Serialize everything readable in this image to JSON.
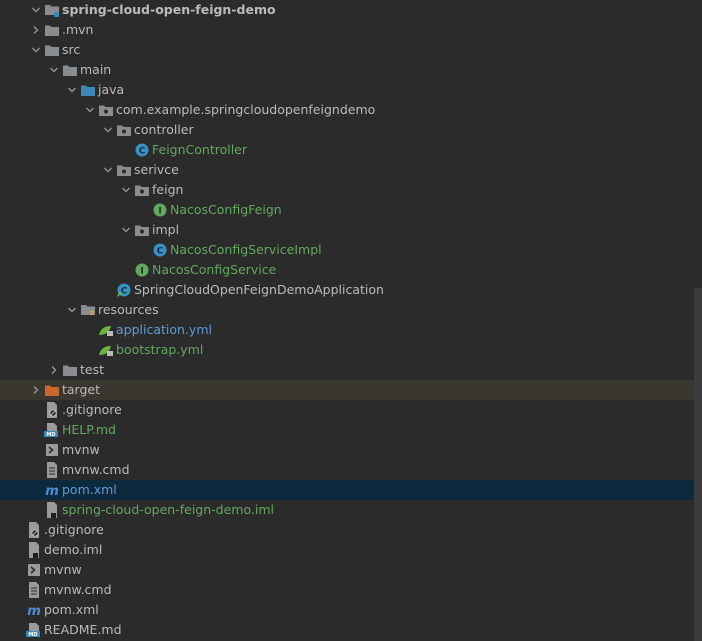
{
  "tree": [
    {
      "label": "spring-cloud-open-feign-demo",
      "arrow": "down",
      "icon": "module-folder-icon",
      "style": "bold"
    },
    {
      "label": ".mvn",
      "arrow": "right",
      "icon": "folder-icon"
    },
    {
      "label": "src",
      "arrow": "down",
      "icon": "folder-icon"
    },
    {
      "label": "main",
      "arrow": "down",
      "icon": "folder-icon"
    },
    {
      "label": "java",
      "arrow": "down",
      "icon": "source-folder-icon"
    },
    {
      "label": "com.example.springcloudopenfeigndemo",
      "arrow": "down",
      "icon": "package-icon"
    },
    {
      "label": "controller",
      "arrow": "down",
      "icon": "package-icon"
    },
    {
      "label": "FeignController",
      "arrow": "none",
      "icon": "class-icon",
      "style": "green"
    },
    {
      "label": "serivce",
      "arrow": "down",
      "icon": "package-icon"
    },
    {
      "label": "feign",
      "arrow": "down",
      "icon": "package-icon"
    },
    {
      "label": "NacosConfigFeign",
      "arrow": "none",
      "icon": "interface-icon",
      "style": "green"
    },
    {
      "label": "impl",
      "arrow": "down",
      "icon": "package-icon"
    },
    {
      "label": "NacosConfigServiceImpl",
      "arrow": "none",
      "icon": "class-icon",
      "style": "green"
    },
    {
      "label": "NacosConfigService",
      "arrow": "none",
      "icon": "interface-icon",
      "style": "green"
    },
    {
      "label": "SpringCloudOpenFeignDemoApplication",
      "arrow": "none",
      "icon": "spring-app-icon"
    },
    {
      "label": "resources",
      "arrow": "down",
      "icon": "resources-folder-icon"
    },
    {
      "label": "application.yml",
      "arrow": "none",
      "icon": "spring-yml-icon",
      "style": "blue"
    },
    {
      "label": "bootstrap.yml",
      "arrow": "none",
      "icon": "spring-yml-icon",
      "style": "green"
    },
    {
      "label": "test",
      "arrow": "right",
      "icon": "folder-icon"
    },
    {
      "label": "target",
      "arrow": "right",
      "icon": "excluded-folder-icon",
      "highlight": "target"
    },
    {
      "label": ".gitignore",
      "arrow": "none",
      "icon": "ignore-file-icon"
    },
    {
      "label": "HELP.md",
      "arrow": "none",
      "icon": "markdown-icon",
      "style": "green"
    },
    {
      "label": "mvnw",
      "arrow": "none",
      "icon": "shell-file-icon"
    },
    {
      "label": "mvnw.cmd",
      "arrow": "none",
      "icon": "text-file-icon"
    },
    {
      "label": "pom.xml",
      "arrow": "none",
      "icon": "maven-icon",
      "style": "blue",
      "highlight": "selected"
    },
    {
      "label": "spring-cloud-open-feign-demo.iml",
      "arrow": "none",
      "icon": "iml-file-icon",
      "style": "green"
    },
    {
      "label": ".gitignore",
      "arrow": "none",
      "icon": "ignore-file-icon"
    },
    {
      "label": "demo.iml",
      "arrow": "none",
      "icon": "iml-file-icon"
    },
    {
      "label": "mvnw",
      "arrow": "none",
      "icon": "shell-file-icon"
    },
    {
      "label": "mvnw.cmd",
      "arrow": "none",
      "icon": "text-file-icon"
    },
    {
      "label": "pom.xml",
      "arrow": "none",
      "icon": "maven-icon"
    },
    {
      "label": "README.md",
      "arrow": "none",
      "icon": "markdown-icon"
    }
  ],
  "colors": {
    "background": "#2b2b2b",
    "text": "#bbbbbb",
    "green": "#62a85f",
    "blue": "#5e9bd6",
    "selected": "#0d293e",
    "excluded_row": "#3a3630",
    "folder": "#8a8d90",
    "excluded_folder": "#c96a2a",
    "source_folder": "#3d89b8"
  }
}
